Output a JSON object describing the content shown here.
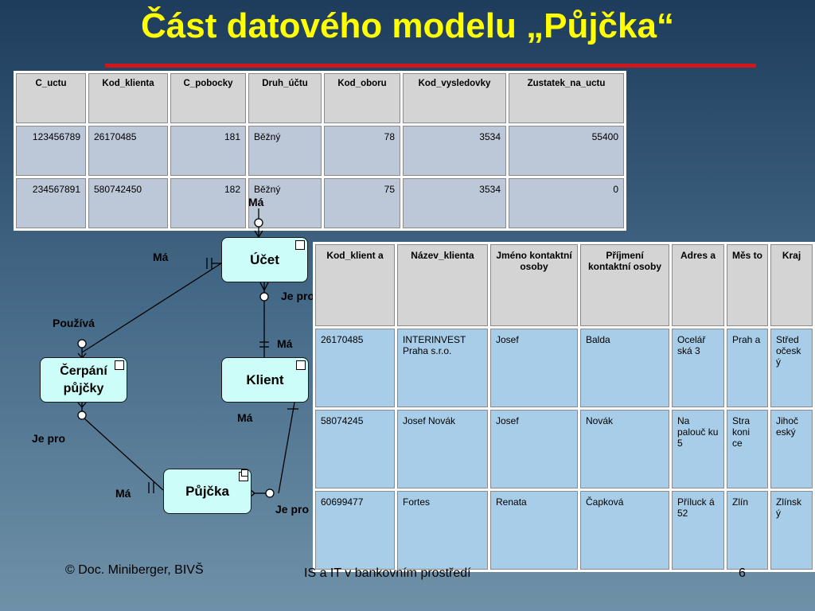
{
  "title": "Část datového modelu „Půjčka“",
  "table_ucet": {
    "headers": [
      "C_uctu",
      "Kod_klienta",
      "C_pobocky",
      "Druh_účtu",
      "Kod_oboru",
      "Kod_vysledovky",
      "Zustatek_na_uctu"
    ],
    "rows": [
      [
        "123456789",
        "26170485",
        "181",
        "Běžný",
        "78",
        "3534",
        "55400"
      ],
      [
        "234567891",
        "580742450",
        "182",
        "Běžný",
        "75",
        "3534",
        "0"
      ]
    ]
  },
  "table_klient": {
    "headers": [
      "Kod_klient a",
      "Název_klienta",
      "Jméno kontaktní osoby",
      "Příjmení kontaktní osoby",
      "Adres a",
      "Měs to",
      "Kraj"
    ],
    "rows": [
      [
        "26170485",
        "INTERINVEST Praha s.r.o.",
        "Josef",
        "Balda",
        "Ocelář ská 3",
        "Prah a",
        "Střed očesk ý"
      ],
      [
        "58074245",
        "Josef Novák",
        "Josef",
        "Novák",
        "Na palouč ku 5",
        "Stra koni ce",
        "Jihoč eský"
      ],
      [
        "60699477",
        "Fortes",
        "Renata",
        "Čapková",
        "Příluck á 52",
        "Zlín",
        "Zlínsk ý"
      ]
    ]
  },
  "diagram": {
    "entities": {
      "ucet": "Účet",
      "cerpani": "Čerpání půjčky",
      "klient": "Klient",
      "pujcka": "Půjčka"
    },
    "relations": {
      "ma_top": "Má",
      "ma_left": "Má",
      "je_pro_ucet": "Je pro",
      "pouziva": "Používá",
      "ma_klient": "Má",
      "ma_klient_bottom": "Má",
      "je_pro_left": "Je pro",
      "ma_pujcka": "Má",
      "je_pro_pujcka": "Je pro"
    }
  },
  "footer": {
    "author": "© Doc. Miniberger, BIVŠ",
    "course": "IS a IT v bankovním prostředí",
    "page": "6"
  }
}
